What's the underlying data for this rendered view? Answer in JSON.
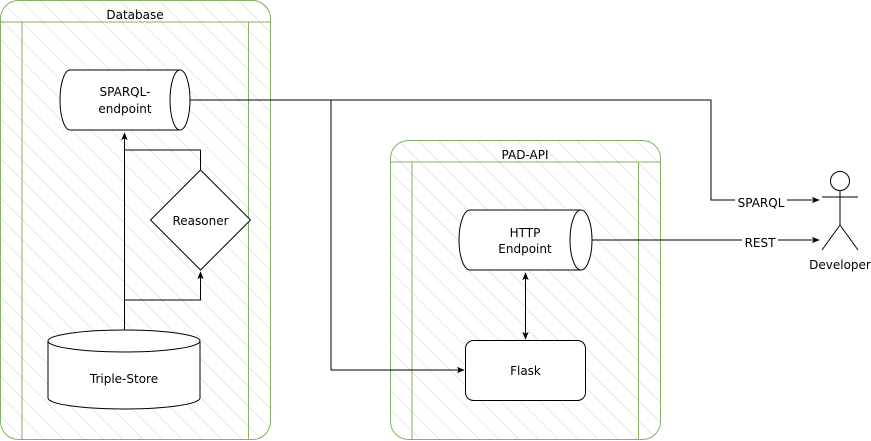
{
  "containers": {
    "database": {
      "title": "Database"
    },
    "pad_api": {
      "title": "PAD-API"
    }
  },
  "nodes": {
    "sparql_endpoint": {
      "line1": "SPARQL-",
      "line2": "endpoint"
    },
    "reasoner": {
      "label": "Reasoner"
    },
    "triple_store": {
      "label": "Triple-Store"
    },
    "http_endpoint": {
      "line1": "HTTP",
      "line2": "Endpoint"
    },
    "flask": {
      "label": "Flask"
    },
    "developer": {
      "label": "Developer",
      "icon": "stick-figure-actor-icon"
    }
  },
  "edges": {
    "sparql_label": "SPARQL",
    "rest_label": "REST"
  },
  "colors": {
    "container_stroke": "#82b366",
    "hatch": "#d6d6d6",
    "stroke": "#000000"
  }
}
